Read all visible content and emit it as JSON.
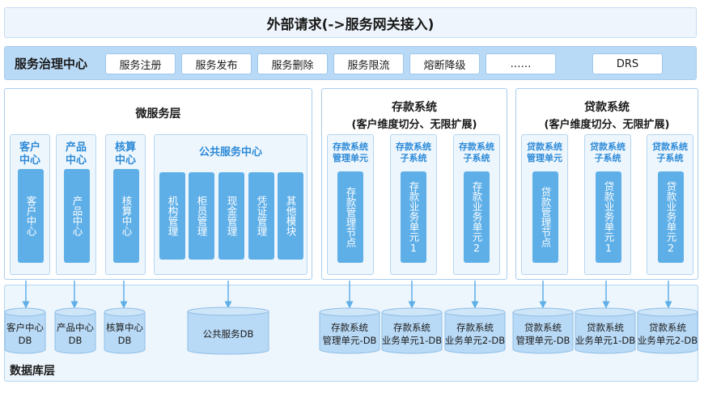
{
  "external": {
    "title": "外部请求(->服务网关接入)"
  },
  "governance": {
    "title": "服务治理中心",
    "items": [
      "服务注册",
      "服务发布",
      "服务删除",
      "服务限流",
      "熔断降级",
      "……",
      "DRS"
    ]
  },
  "micro": {
    "title": "微服务层",
    "columns": [
      {
        "title": "客户中心",
        "bar": "客户中心"
      },
      {
        "title": "产品中心",
        "bar": "产品中心"
      },
      {
        "title": "核算中心",
        "bar": "核算中心"
      }
    ],
    "public": {
      "title": "公共服务中心",
      "items": [
        "机构管理",
        "柜员管理",
        "现金管理",
        "凭证管理",
        "其他模块"
      ]
    }
  },
  "deposit": {
    "title": "存款系统",
    "subtitle": "(客户维度切分、无限扩展)",
    "columns": [
      {
        "title": "存款系统管理单元",
        "bar": "存款管理节点"
      },
      {
        "title": "存款系统子系统",
        "bar": "存款业务单元1"
      },
      {
        "title": "存款系统子系统",
        "bar": "存款业务单元2"
      }
    ]
  },
  "loan": {
    "title": "贷款系统",
    "subtitle": "(客户维度切分、无限扩展)",
    "columns": [
      {
        "title": "贷款系统管理单元",
        "bar": "贷款管理节点"
      },
      {
        "title": "贷款系统子系统",
        "bar": "贷款业务单元1"
      },
      {
        "title": "贷款系统子系统",
        "bar": "贷款业务单元2"
      }
    ]
  },
  "database": {
    "title": "数据库层",
    "dbs": [
      {
        "line1": "客户中心",
        "line2": "DB"
      },
      {
        "line1": "产品中心",
        "line2": "DB"
      },
      {
        "line1": "核算中心",
        "line2": "DB"
      },
      {
        "line1": "公共服务DB",
        "line2": ""
      },
      {
        "line1": "存款系统",
        "line2": "管理单元-DB"
      },
      {
        "line1": "存款系统",
        "line2": "业务单元1-DB"
      },
      {
        "line1": "存款系统",
        "line2": "业务单元2-DB"
      },
      {
        "line1": "贷款系统",
        "line2": "管理单元-DB"
      },
      {
        "line1": "贷款系统",
        "line2": "业务单元1-DB"
      },
      {
        "line1": "贷款系统",
        "line2": "业务单元2-DB"
      }
    ]
  },
  "colors": {
    "accent": "#2c8ad8",
    "bar": "#5eafe8",
    "panel_border": "#a9cdee",
    "fill_light": "#eef6fd",
    "fill_mid": "#b9daf6"
  }
}
